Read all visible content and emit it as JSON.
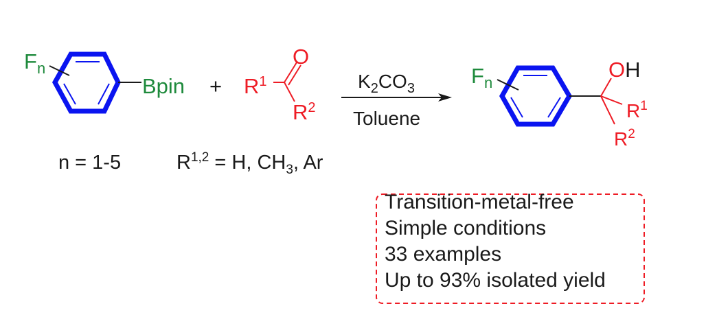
{
  "reactant1": {
    "substituent": "F",
    "substituent_sub": "n",
    "group": "Bpin"
  },
  "plus": "+",
  "reactant2": {
    "oxygen": "O",
    "r1": "R",
    "r1_sup": "1",
    "r2": "R",
    "r2_sup": "2"
  },
  "conditions": {
    "reagent": "K",
    "reagent_sub1": "2",
    "reagent_mid": "CO",
    "reagent_sub2": "3",
    "solvent": "Toluene"
  },
  "product": {
    "substituent": "F",
    "substituent_sub": "n",
    "oh_o": "O",
    "oh_h": "H",
    "r1": "R",
    "r1_sup": "1",
    "r2": "R",
    "r2_sup": "2"
  },
  "notes": {
    "n_range": "n = 1-5",
    "r_def_r": "R",
    "r_def_sup": "1,2",
    "r_def_mid": " = H, CH",
    "r_def_sub": "3",
    "r_def_end": ", Ar"
  },
  "features": [
    "Transition-metal-free",
    "Simple conditions",
    "33 examples",
    "Up to 93% isolated yield"
  ],
  "colors": {
    "ring": "#0a14f0",
    "fluorine": "#1e8a3c",
    "carbonyl": "#ee1c25",
    "box": "#ee1c25"
  }
}
